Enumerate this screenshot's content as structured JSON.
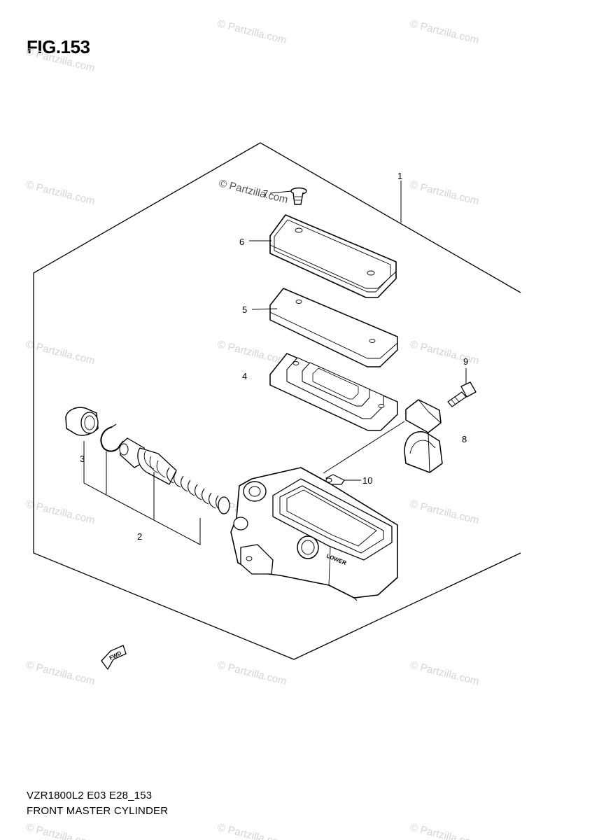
{
  "figure": {
    "title": "FIG.153"
  },
  "footer": {
    "code": "VZR1800L2 E03 E28_153",
    "name": "FRONT MASTER CYLINDER"
  },
  "watermark": {
    "text": "© Partzilla.com"
  },
  "diagram": {
    "callouts": [
      "1",
      "2",
      "3",
      "4",
      "5",
      "6",
      "7",
      "8",
      "9",
      "10"
    ],
    "part_marking": "LOWER",
    "direction_marker": "FWD"
  },
  "colors": {
    "line": "#000000",
    "watermark": "#d4d4d4"
  }
}
